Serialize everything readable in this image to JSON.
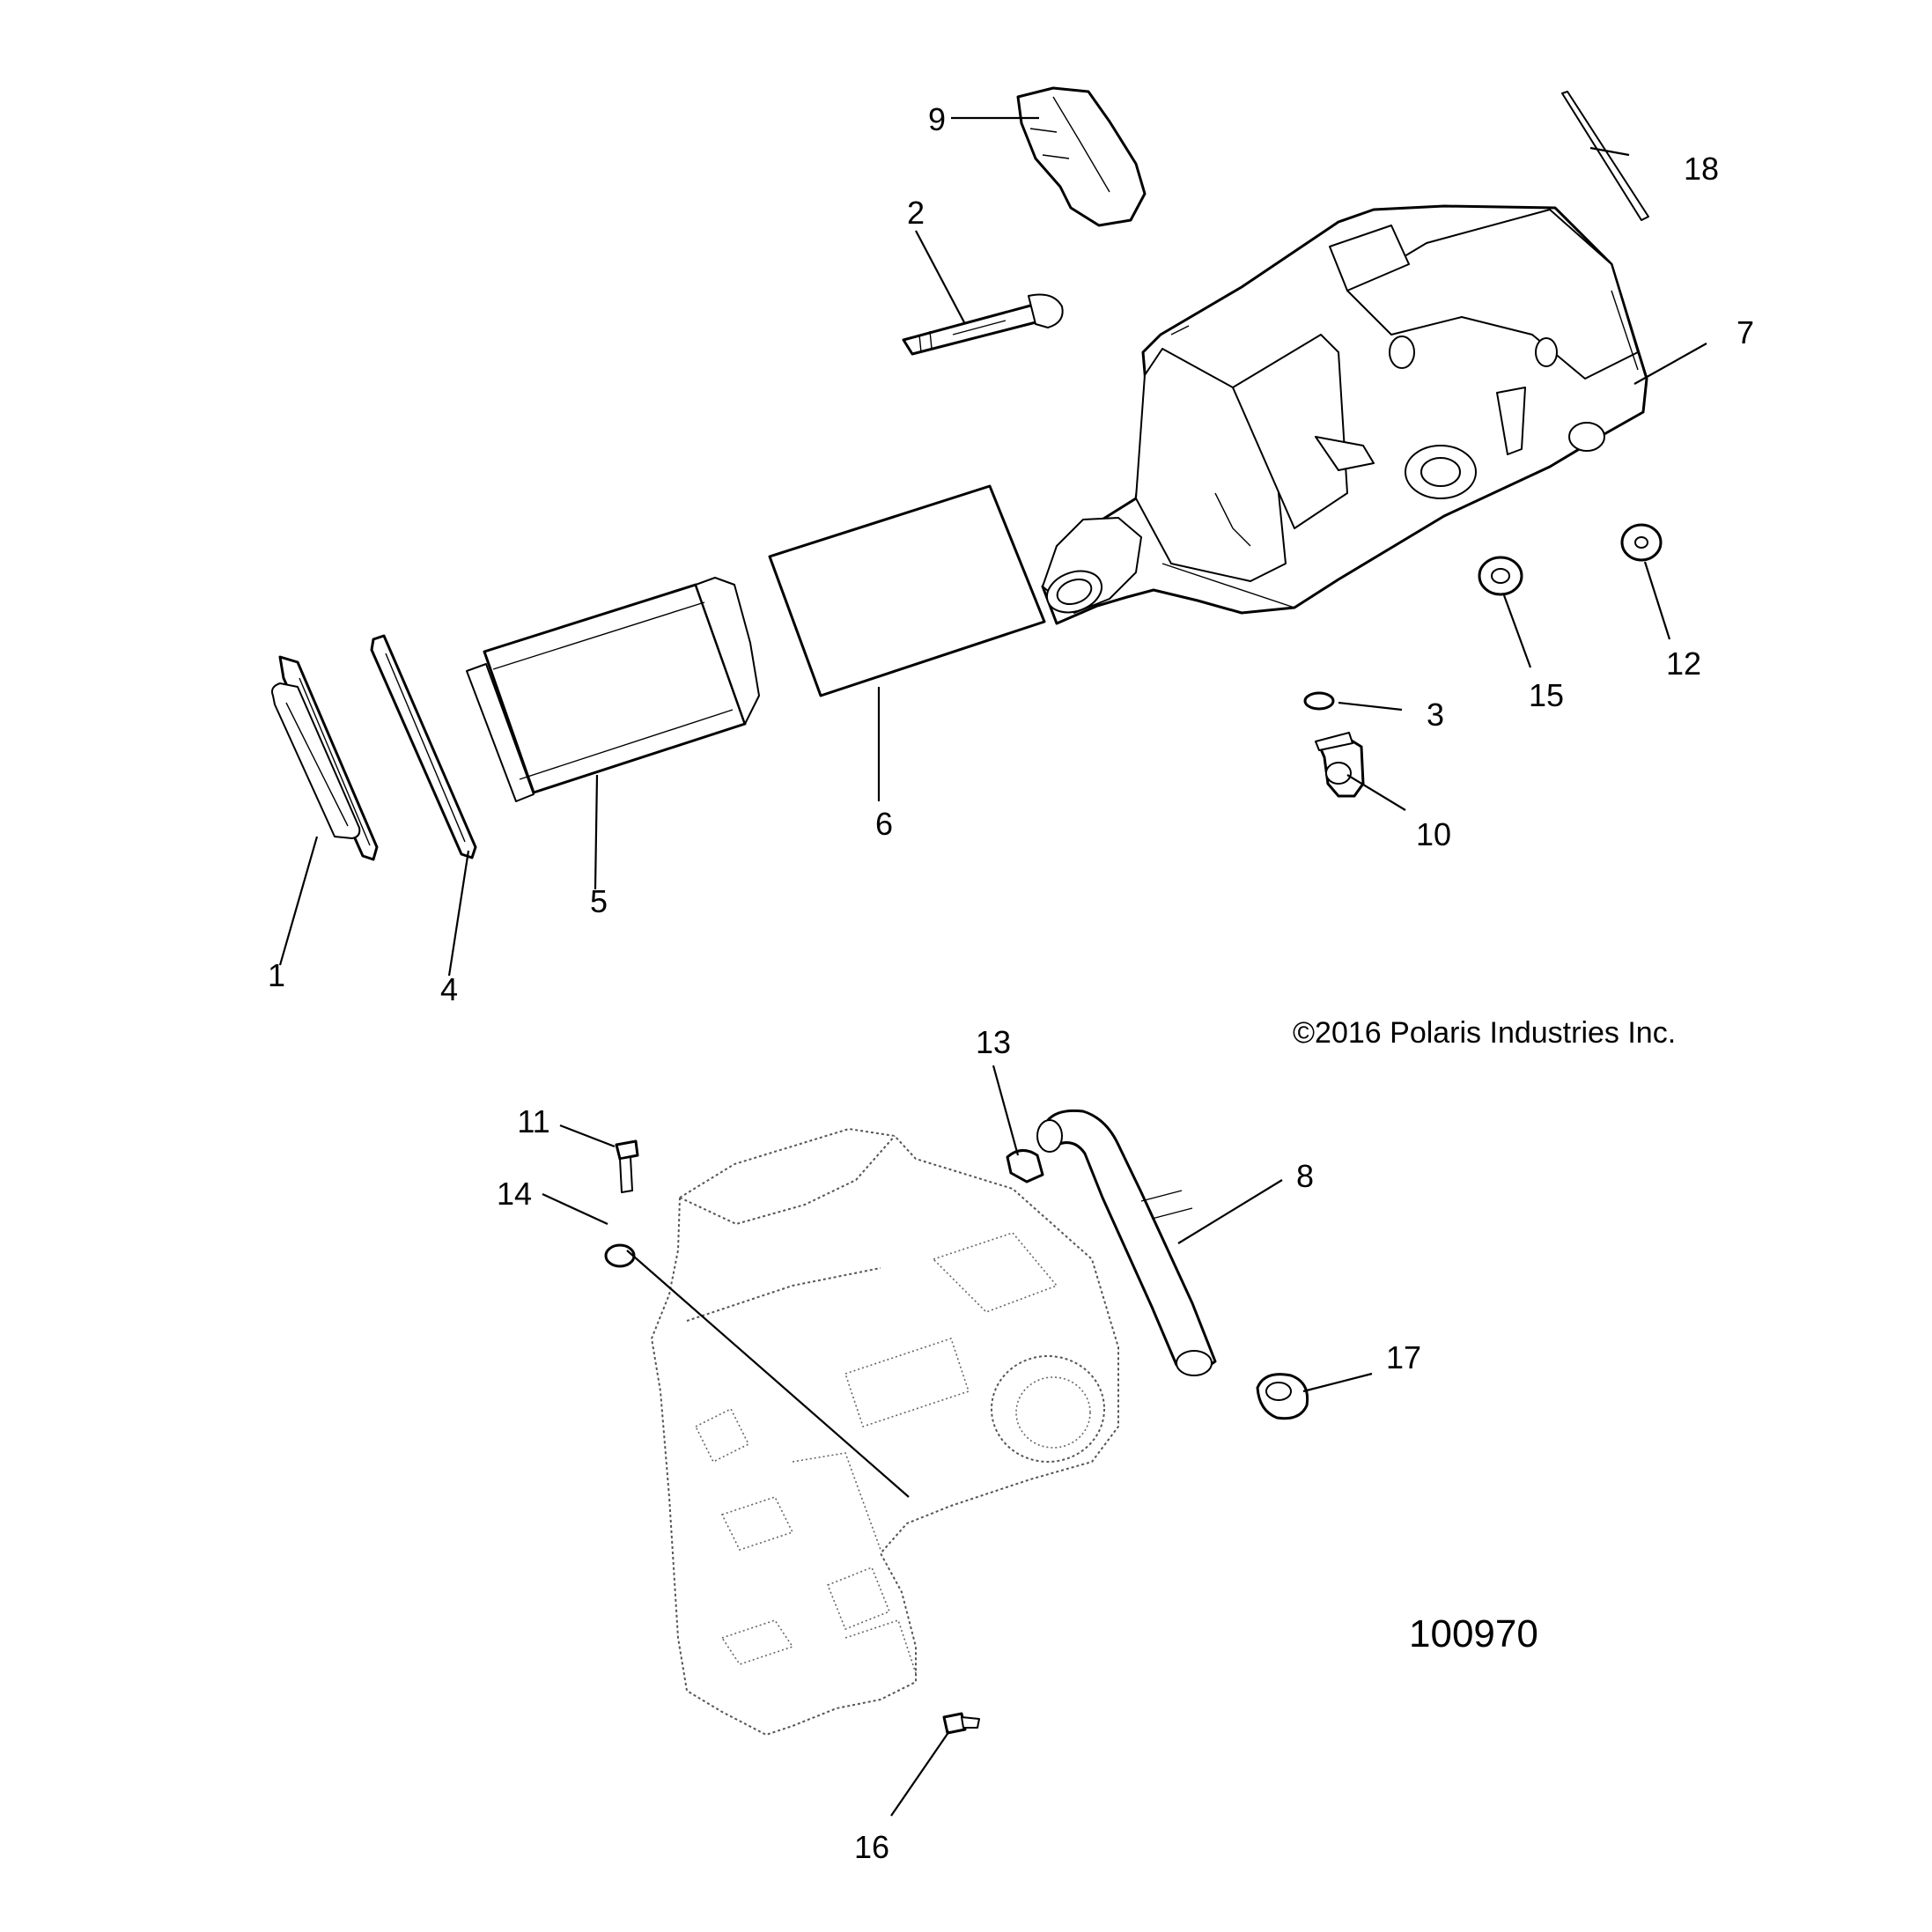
{
  "callouts": [
    {
      "id": "1",
      "text": "1"
    },
    {
      "id": "2",
      "text": "2"
    },
    {
      "id": "3",
      "text": "3"
    },
    {
      "id": "4",
      "text": "4"
    },
    {
      "id": "5",
      "text": "5"
    },
    {
      "id": "6",
      "text": "6"
    },
    {
      "id": "7",
      "text": "7"
    },
    {
      "id": "8",
      "text": "8"
    },
    {
      "id": "9",
      "text": "9"
    },
    {
      "id": "10",
      "text": "10"
    },
    {
      "id": "11",
      "text": "11"
    },
    {
      "id": "12",
      "text": "12"
    },
    {
      "id": "13",
      "text": "13"
    },
    {
      "id": "14",
      "text": "14"
    },
    {
      "id": "15",
      "text": "15"
    },
    {
      "id": "16",
      "text": "16"
    },
    {
      "id": "17",
      "text": "17"
    },
    {
      "id": "18",
      "text": "18"
    }
  ],
  "copyright": "©2016 Polaris Industries Inc.",
  "figure_number": "100970"
}
